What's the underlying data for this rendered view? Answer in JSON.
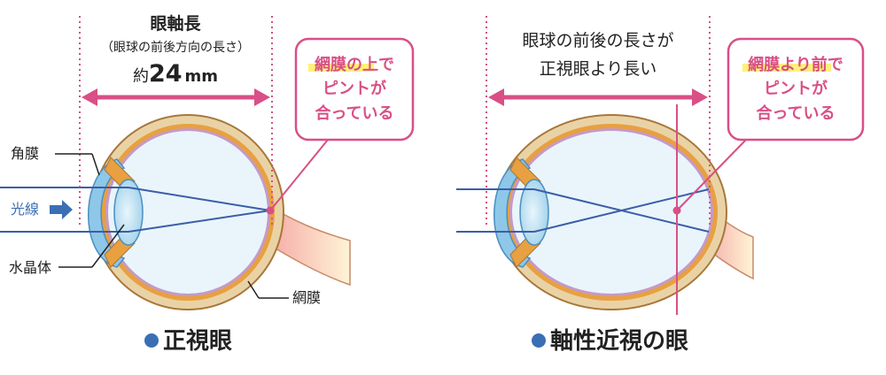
{
  "left": {
    "length_title": "眼軸長",
    "length_sub": "（眼球の前後方向の長さ）",
    "length_prefix": "約",
    "length_num": "24",
    "length_unit": "mm",
    "callout_line1a": "網膜の上",
    "callout_line1b": "で",
    "callout_line2": "ピントが",
    "callout_line3": "合っている",
    "label_cornea": "角膜",
    "label_light": "光線",
    "label_lens": "水晶体",
    "label_retina": "網膜",
    "caption": "正視眼"
  },
  "right": {
    "length_line1": "眼球の前後の長さが",
    "length_line2": "正視眼より長い",
    "callout_line1a": "網膜より前",
    "callout_line1b": "で",
    "callout_line2": "ピントが",
    "callout_line3": "合っている",
    "caption": "軸性近視の眼"
  },
  "colors": {
    "accent_pink": "#d94f86",
    "caption_dot": "#3a6fb5",
    "ray_blue": "#3a5ea8",
    "highlight_yellow": "#fff07a"
  }
}
